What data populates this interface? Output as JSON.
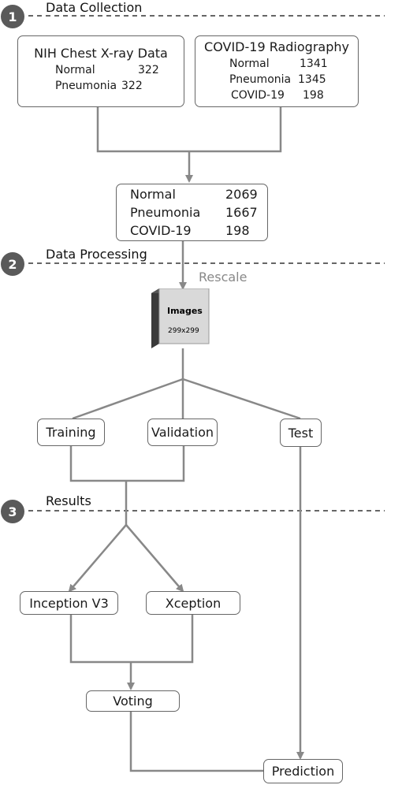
{
  "steps": [
    {
      "number": "1",
      "label": "Data Collection"
    },
    {
      "number": "2",
      "label": "Data Processing"
    },
    {
      "number": "3",
      "label": "Results"
    }
  ],
  "sources": [
    {
      "title": "NIH Chest X-ray Data",
      "rows": [
        {
          "name": "Normal",
          "count": "322"
        },
        {
          "name": "Pneumonia",
          "count": "322"
        }
      ]
    },
    {
      "title": "COVID-19 Radiography",
      "rows": [
        {
          "name": "Normal",
          "count": "1341"
        },
        {
          "name": "Pneumonia",
          "count": "1345"
        },
        {
          "name": "COVID-19",
          "count": "198"
        }
      ]
    }
  ],
  "combined": {
    "rows": [
      {
        "name": "Normal",
        "count": "2069"
      },
      {
        "name": "Pneumonia",
        "count": "1667"
      },
      {
        "name": "COVID-19",
        "count": "198"
      }
    ]
  },
  "rescale_label": "Rescale",
  "images": {
    "label": "Images",
    "size": "299x299"
  },
  "splits": {
    "training": "Training",
    "validation": "Validation",
    "test": "Test"
  },
  "models": {
    "inception": "Inception V3",
    "xception": "Xception"
  },
  "voting": "Voting",
  "prediction": "Prediction",
  "colors": {
    "line": "#888888",
    "dashed": "#666666",
    "circle": "#5a5a5a",
    "rescale": "#888888",
    "image_face": "#d9d9d9",
    "image_side": "#3a3a3a"
  }
}
